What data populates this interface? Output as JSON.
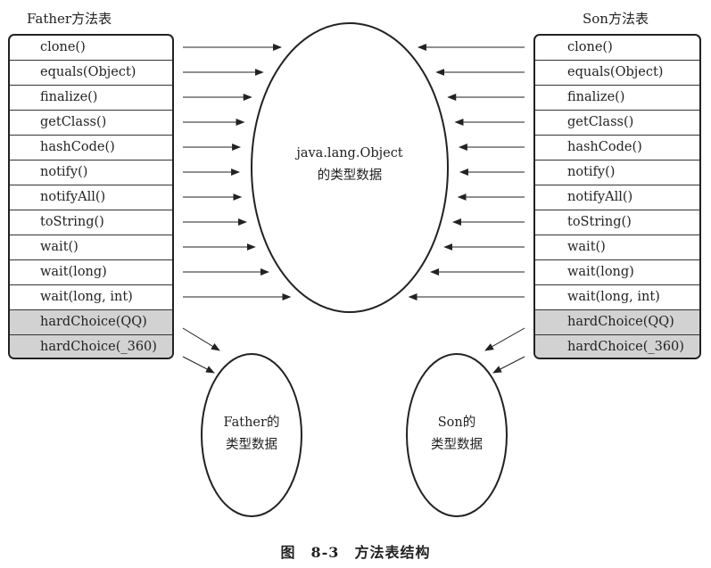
{
  "father_table": {
    "title": "Father方法表",
    "methods": [
      {
        "label": "clone()",
        "shaded": false
      },
      {
        "label": "equals(Object)",
        "shaded": false
      },
      {
        "label": "finalize()",
        "shaded": false
      },
      {
        "label": "getClass()",
        "shaded": false
      },
      {
        "label": "hashCode()",
        "shaded": false
      },
      {
        "label": "notify()",
        "shaded": false
      },
      {
        "label": "notifyAll()",
        "shaded": false
      },
      {
        "label": "toString()",
        "shaded": false
      },
      {
        "label": "wait()",
        "shaded": false
      },
      {
        "label": "wait(long)",
        "shaded": false
      },
      {
        "label": "wait(long, int)",
        "shaded": false
      },
      {
        "label": "hardChoice(QQ)",
        "shaded": true
      },
      {
        "label": "hardChoice(_360)",
        "shaded": true
      }
    ]
  },
  "son_table": {
    "title": "Son方法表",
    "methods": [
      {
        "label": "clone()",
        "shaded": false
      },
      {
        "label": "equals(Object)",
        "shaded": false
      },
      {
        "label": "finalize()",
        "shaded": false
      },
      {
        "label": "getClass()",
        "shaded": false
      },
      {
        "label": "hashCode()",
        "shaded": false
      },
      {
        "label": "notify()",
        "shaded": false
      },
      {
        "label": "notifyAll()",
        "shaded": false
      },
      {
        "label": "toString()",
        "shaded": false
      },
      {
        "label": "wait()",
        "shaded": false
      },
      {
        "label": "wait(long)",
        "shaded": false
      },
      {
        "label": "wait(long, int)",
        "shaded": false
      },
      {
        "label": "hardChoice(QQ)",
        "shaded": true
      },
      {
        "label": "hardChoice(_360)",
        "shaded": true
      }
    ]
  },
  "object_ellipse": {
    "line1": "java.lang.Object",
    "line2": "的类型数据"
  },
  "father_ellipse": {
    "line1": "Father的",
    "line2": "类型数据"
  },
  "son_ellipse": {
    "line1": "Son的",
    "line2": "类型数据"
  },
  "figure_caption": "图　8-3　方法表结构",
  "colors": {
    "shaded_row": "#d2d2d2",
    "line": "#222222"
  }
}
